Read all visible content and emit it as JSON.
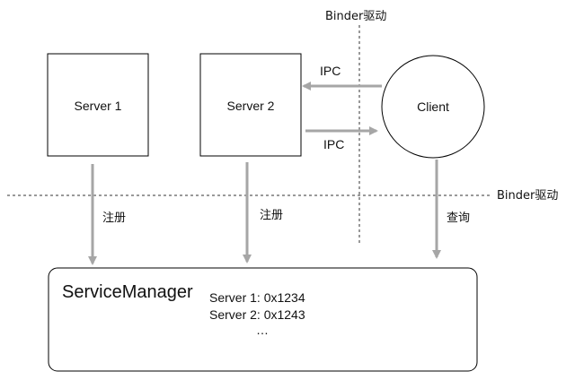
{
  "driver_label_top": "Binder驱动",
  "driver_label_right": "Binder驱动",
  "nodes": {
    "server1": "Server 1",
    "server2": "Server 2",
    "client": "Client"
  },
  "ipc": {
    "incoming": "IPC",
    "outgoing": "IPC"
  },
  "edges": {
    "server1_register": "注册",
    "server2_register": "注册",
    "client_query": "查询"
  },
  "service_manager": {
    "title": "ServiceManager",
    "entries": [
      "Server 1: 0x1234",
      "Server 2: 0x1243"
    ],
    "more": "…"
  },
  "colors": {
    "arrow": "#a6a6a6",
    "border": "#000000",
    "dashed": "#333333"
  }
}
